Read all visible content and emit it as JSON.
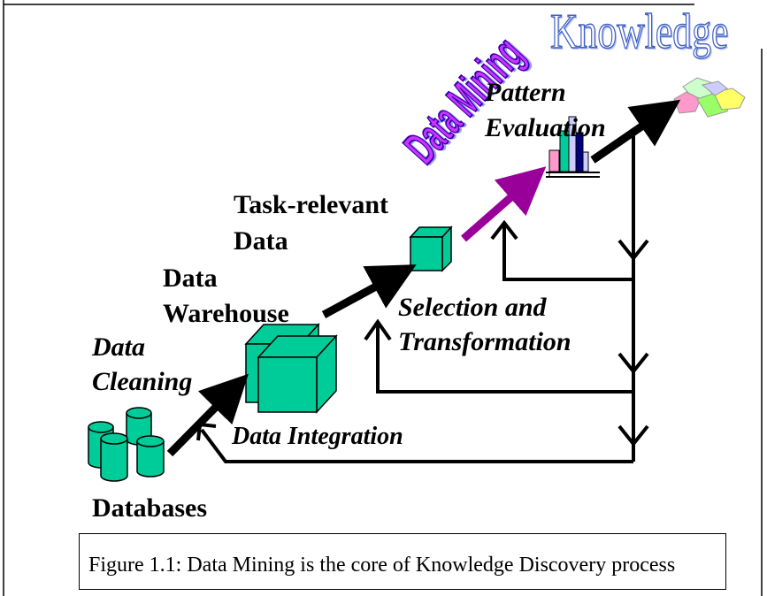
{
  "labels": {
    "knowledge": "Knowledge",
    "pattern_evaluation_1": "Pattern",
    "pattern_evaluation_2": "Evaluation",
    "data_mining": "Data Mining",
    "task_relevant_1": "Task-relevant",
    "task_relevant_2": "Data",
    "data_warehouse_1": "Data",
    "data_warehouse_2": "Warehouse",
    "selection_1": "Selection and",
    "selection_2": "Transformation",
    "data_cleaning_1": "Data",
    "data_cleaning_2": "Cleaning",
    "data_integration": "Data Integration",
    "databases": "Databases"
  },
  "caption": "Figure 1.1:  Data Mining is the core of Knowledge Discovery process",
  "colors": {
    "cube_fill": "#00cc99",
    "cube_outline": "#000000",
    "arrow": "#000000",
    "mining_arrow": "#990099",
    "wordart_fill": "#cc33ff",
    "chart_pink": "#ff99cc",
    "chart_teal": "#00cc99",
    "chart_navy": "#000080",
    "chart_lavender": "#ccccff"
  }
}
